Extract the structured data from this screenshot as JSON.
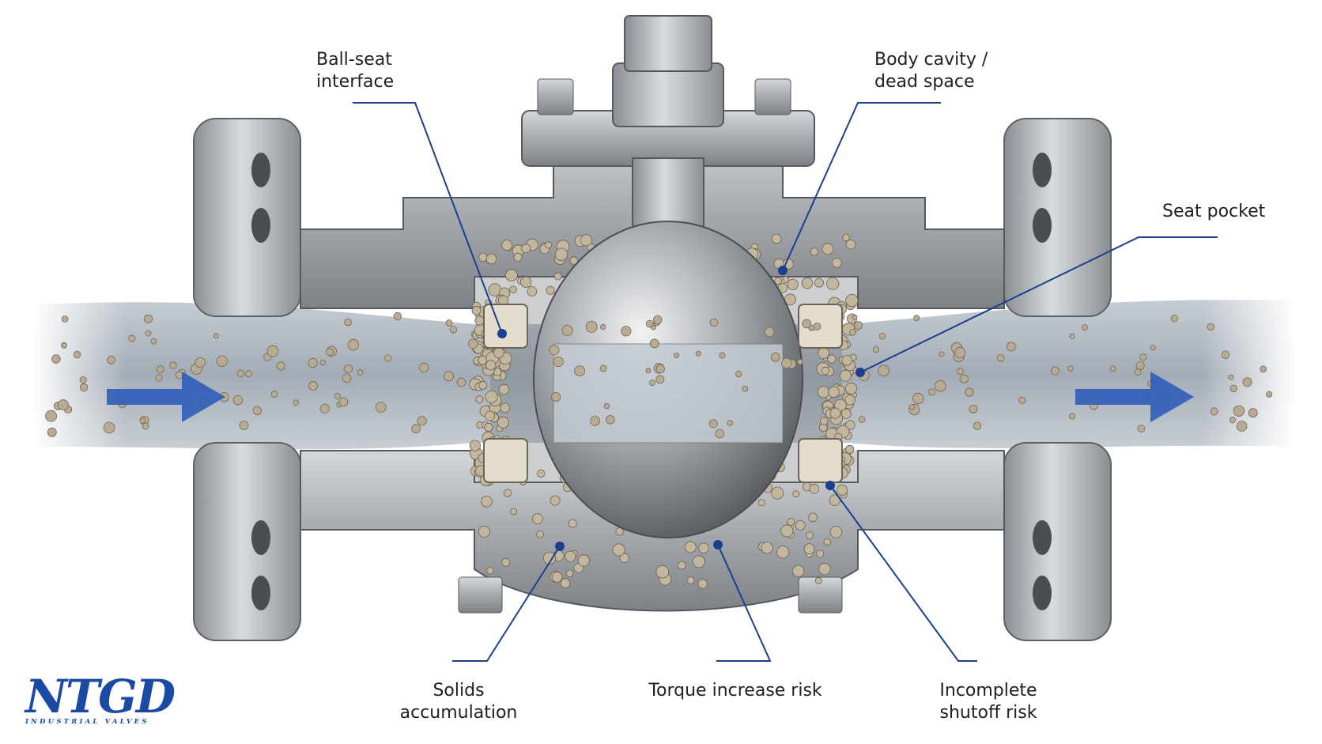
{
  "labels": {
    "ball_seat": [
      "Ball-seat",
      "interface"
    ],
    "body_cavity": [
      "Body cavity /",
      "dead space"
    ],
    "seat_pocket": "Seat pocket",
    "solids": [
      "Solids",
      "accumulation"
    ],
    "torque": "Torque increase risk",
    "shutoff": [
      "Incomplete",
      "shutoff risk"
    ]
  },
  "logo": {
    "brand": "NTGD",
    "tagline": "INDUSTRIAL VALVES"
  },
  "colors": {
    "leader": "#1a3f8c",
    "arrow": "#2f5db8",
    "steel": "#a8acb1",
    "particle": "#b9ab92"
  }
}
